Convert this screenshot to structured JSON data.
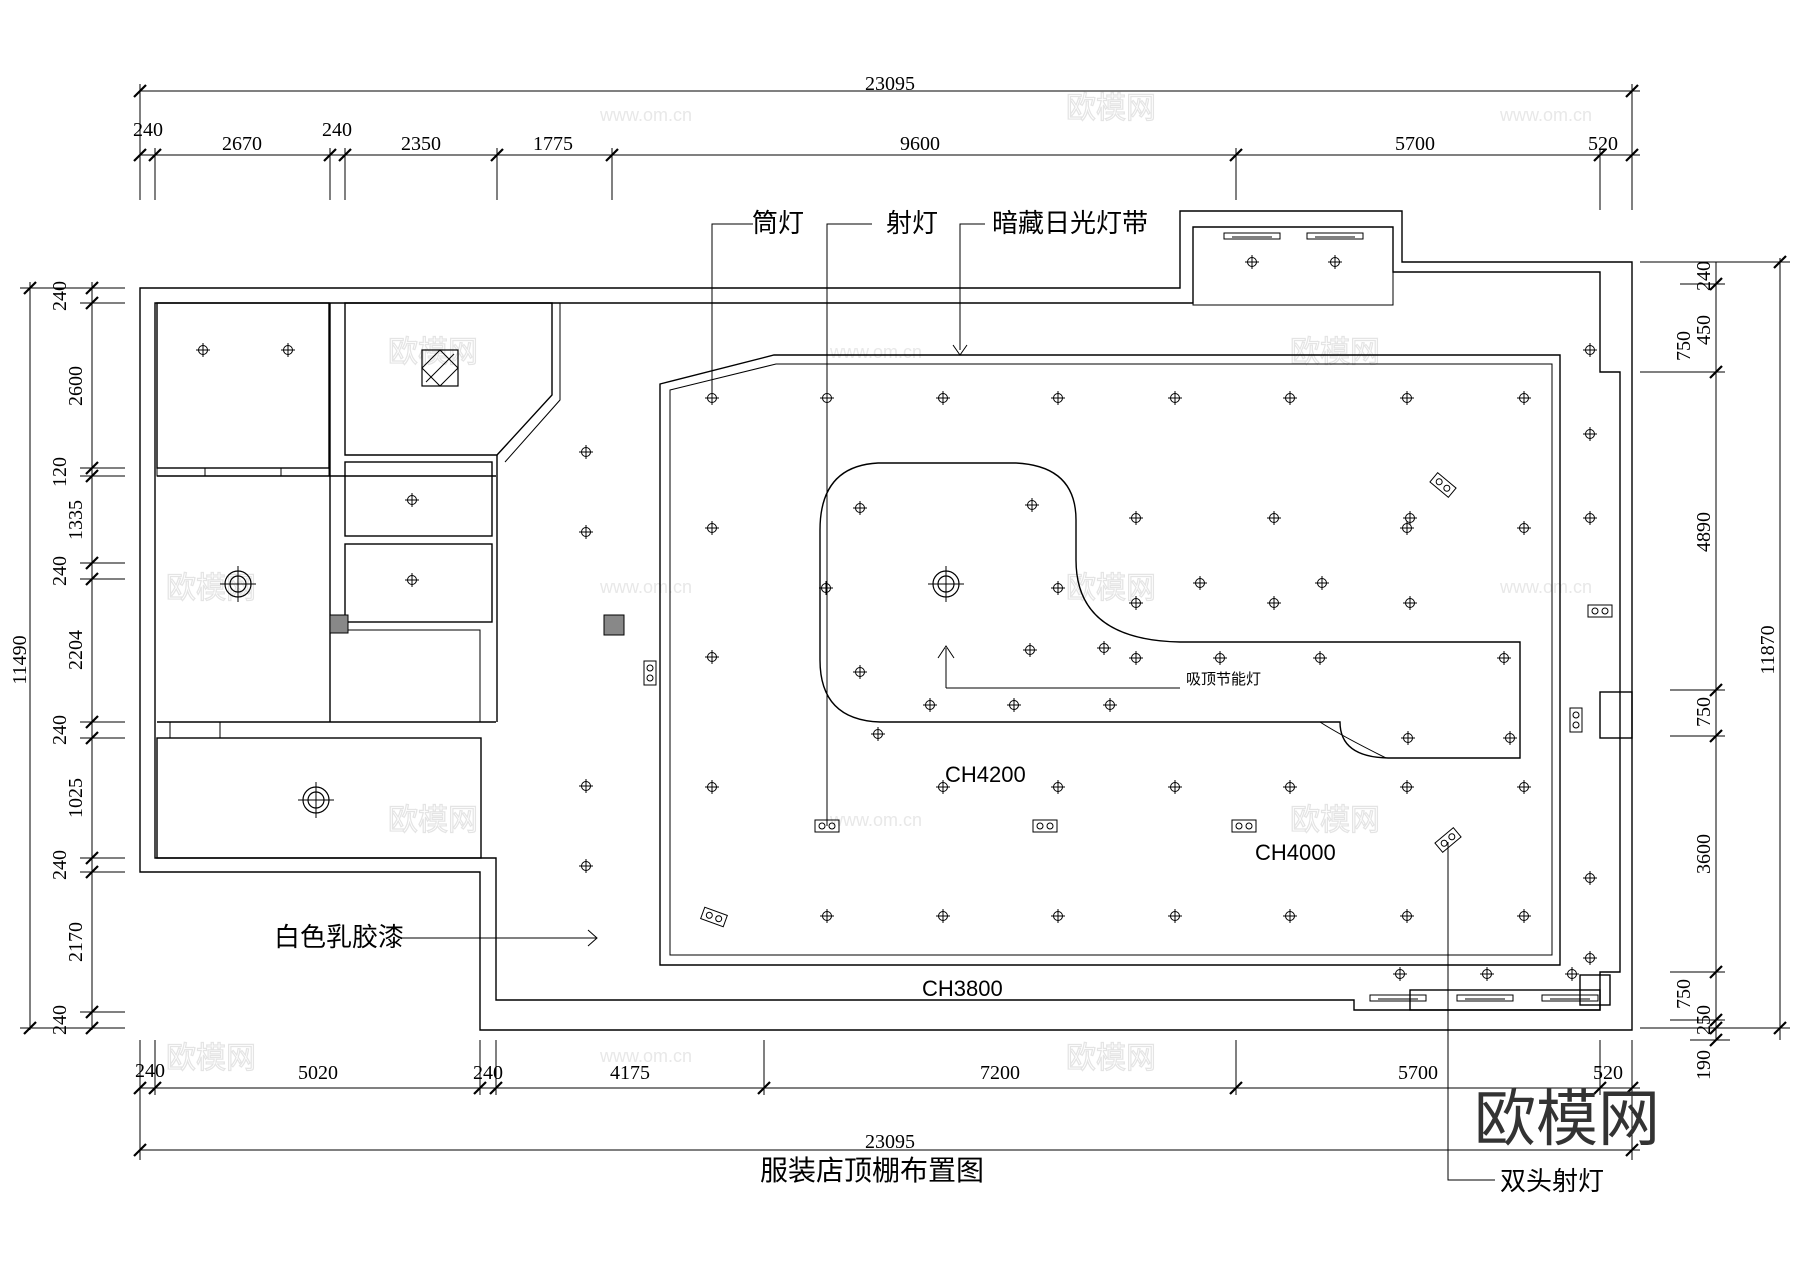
{
  "title": "服装店顶棚布置图",
  "brand_mark": "欧模网",
  "watermark": {
    "logo": "欧模网",
    "url": "www.om.cn"
  },
  "labels": {
    "downlight": "筒灯",
    "spotlight": "射灯",
    "hidden_fluorescent": "暗藏日光灯带",
    "ceiling_lamp": "吸顶节能灯",
    "white_latex": "白色乳胶漆",
    "double_spot": "双头射灯"
  },
  "ceiling_heights": {
    "ch4200": "CH4200",
    "ch4000": "CH4000",
    "ch3800": "CH3800"
  },
  "dimensions": {
    "top_total": "23095",
    "top_segments": [
      "240",
      "2670",
      "240",
      "2350",
      "1775",
      "9600",
      "5700",
      "520"
    ],
    "bottom_total": "23095",
    "bottom_segments": [
      "240",
      "5020",
      "240",
      "4175",
      "7200",
      "5700",
      "520"
    ],
    "left_total": "11490",
    "left_segments": [
      "240",
      "2600",
      "120",
      "1335",
      "240",
      "2204",
      "240",
      "1025",
      "240",
      "2170",
      "240"
    ],
    "right_total": "11870",
    "right_inner": [
      "240",
      "450",
      "750",
      "4890",
      "750",
      "3600",
      "750",
      "250",
      "190"
    ]
  }
}
